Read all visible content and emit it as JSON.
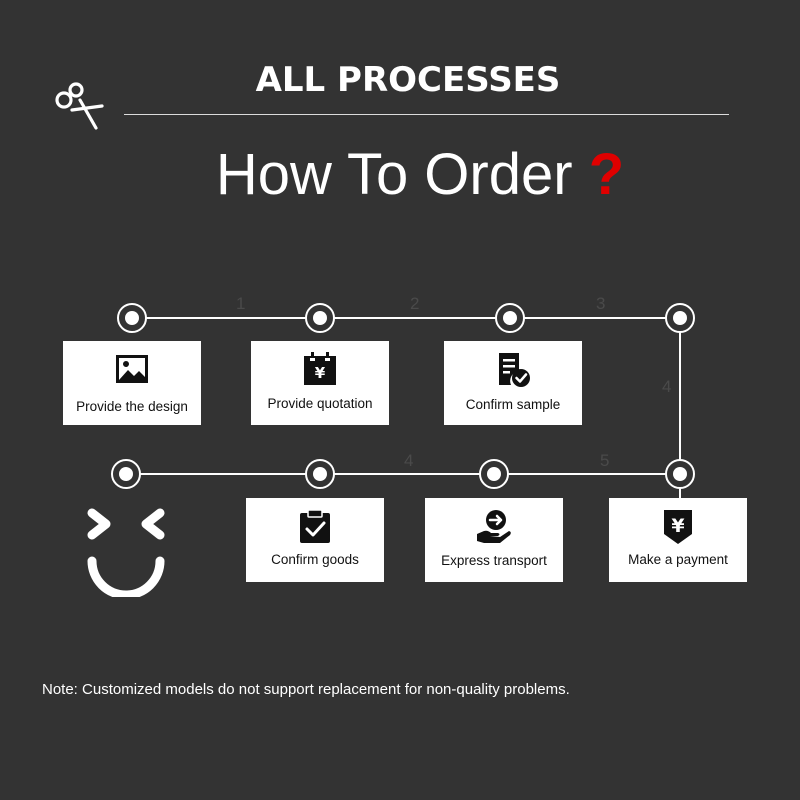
{
  "header": {
    "title": "ALL PROCESSES"
  },
  "main": {
    "title": "How To Order",
    "title_mark": "?"
  },
  "steps": [
    {
      "label": "Provide the design",
      "icon": "image-icon"
    },
    {
      "label": "Provide quotation",
      "icon": "yen-calendar-icon"
    },
    {
      "label": "Confirm sample",
      "icon": "document-check-icon"
    },
    {
      "label": "Make a payment",
      "icon": "yen-arrow-down-icon"
    },
    {
      "label": "Express transport",
      "icon": "hand-arrow-icon"
    },
    {
      "label": "Confirm goods",
      "icon": "clipboard-check-icon"
    }
  ],
  "faint_numbers": [
    "1",
    "2",
    "3",
    "4",
    "4",
    "5"
  ],
  "note": "Note: Customized models do not support replacement for non-quality problems.",
  "colors": {
    "background": "#333333",
    "accent": "#e00000",
    "line": "#ffffff",
    "card": "#ffffff"
  }
}
